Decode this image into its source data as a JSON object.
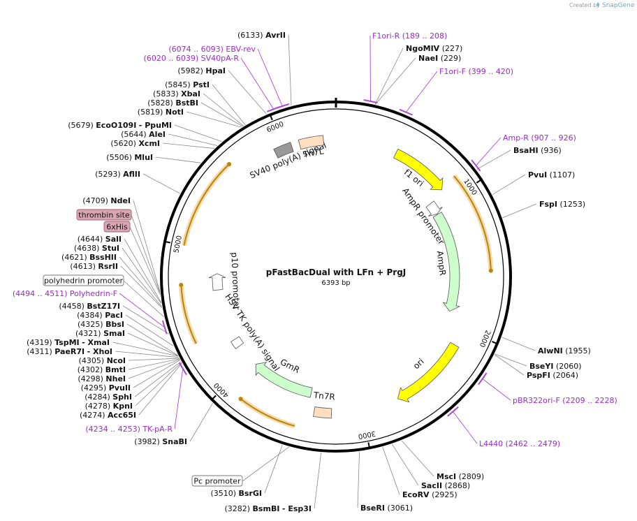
{
  "credit": "Created by",
  "credit_brand": "SnapGene",
  "plasmid": {
    "name": "pFastBacDual with LFn + PrgJ",
    "length": "6393 bp",
    "total": 6393
  },
  "ticks": [
    {
      "label": "1000",
      "pos": 1000
    },
    {
      "label": "2000",
      "pos": 2000
    },
    {
      "label": "3000",
      "pos": 3000
    },
    {
      "label": "4000",
      "pos": 4000
    },
    {
      "label": "5000",
      "pos": 5000
    },
    {
      "label": "6000",
      "pos": 6000
    }
  ],
  "features": [
    {
      "label": "f1 ori",
      "start": 460,
      "end": 900,
      "ring": "inner",
      "color": "#ffff00",
      "dir": 1
    },
    {
      "label": "AmpR promoter",
      "start": 930,
      "end": 1035,
      "ring": "inner2",
      "color": "#ffffff",
      "dir": 1
    },
    {
      "label": "AmpR",
      "start": 1040,
      "end": 1900,
      "ring": "inner2",
      "color": "#ccffcc",
      "dir": 1
    },
    {
      "label": "ori",
      "start": 2130,
      "end": 2720,
      "ring": "inner",
      "color": "#ffff00",
      "dir": 1
    },
    {
      "label": "Tn7R",
      "start": 3230,
      "end": 3360,
      "ring": "inner",
      "color": "#ffdfbf",
      "dir": 0
    },
    {
      "label": "GmR",
      "start": 3410,
      "end": 3950,
      "ring": "inner2",
      "color": "#ccffcc",
      "dir": 1
    },
    {
      "label": "HSV TK poly(A) signal",
      "start": 4160,
      "end": 4230,
      "ring": "inner2",
      "color": "#ffffff",
      "dir": 0
    },
    {
      "label": "p10 promoter",
      "start": 4680,
      "end": 4820,
      "ring": "inner2",
      "color": "#ffffff",
      "dir": 1
    },
    {
      "label": "SV40 poly(A) signal",
      "start": 5930,
      "end": 6060,
      "ring": "inner",
      "color": "#999999",
      "dir": 0
    },
    {
      "label": "Tn7L",
      "start": 6120,
      "end": 6300,
      "ring": "inner",
      "color": "#ffdfbf",
      "dir": 0
    }
  ],
  "orange_arcs": [
    {
      "start": 880,
      "end": 1560
    },
    {
      "start": 3470,
      "end": 3870
    },
    {
      "start": 4340,
      "end": 4740
    },
    {
      "start": 5000,
      "end": 5620
    }
  ],
  "sites_right": [
    {
      "name": "NgoMIV",
      "pos": "(227)",
      "p": 227
    },
    {
      "name": "NaeI",
      "pos": "(229)",
      "p": 229
    },
    {
      "name": "BsaHI",
      "pos": "(936)",
      "p": 936
    },
    {
      "name": "PvuI",
      "pos": "(1107)",
      "p": 1107
    },
    {
      "name": "FspI",
      "pos": "(1253)",
      "p": 1253
    },
    {
      "name": "AlwNI",
      "pos": "(1955)",
      "p": 1955
    },
    {
      "name": "BseYI",
      "pos": "(2060)",
      "p": 2060
    },
    {
      "name": "PspFI",
      "pos": "(2064)",
      "p": 2064
    },
    {
      "name": "MscI",
      "pos": "(2809)",
      "p": 2809
    },
    {
      "name": "SacII",
      "pos": "(2868)",
      "p": 2868
    },
    {
      "name": "EcoRV",
      "pos": "(2925)",
      "p": 2925
    },
    {
      "name": "BseRI",
      "pos": "(3061)",
      "p": 3061
    }
  ],
  "sites_left": [
    {
      "pos": "(6133)",
      "name": "AvrII",
      "p": 6133
    },
    {
      "pos": "(5982)",
      "name": "HpaI",
      "p": 5982
    },
    {
      "pos": "(5845)",
      "name": "PstI",
      "p": 5845
    },
    {
      "pos": "(5833)",
      "name": "XbaI",
      "p": 5833
    },
    {
      "pos": "(5828)",
      "name": "BstBI",
      "p": 5828
    },
    {
      "pos": "(5819)",
      "name": "NotI",
      "p": 5819
    },
    {
      "pos": "(5679)",
      "name": "EcoO109I",
      "extra": "- PpuMI",
      "p": 5679
    },
    {
      "pos": "(5644)",
      "name": "AleI",
      "p": 5644
    },
    {
      "pos": "(5620)",
      "name": "XcmI",
      "p": 5620
    },
    {
      "pos": "(5506)",
      "name": "MluI",
      "p": 5506
    },
    {
      "pos": "(5293)",
      "name": "AflII",
      "p": 5293
    },
    {
      "pos": "(4709)",
      "name": "NdeI",
      "p": 4709
    },
    {
      "pos": "(4644)",
      "name": "SalI",
      "p": 4644
    },
    {
      "pos": "(4638)",
      "name": "StuI",
      "p": 4638
    },
    {
      "pos": "(4621)",
      "name": "BssHII",
      "p": 4621
    },
    {
      "pos": "(4613)",
      "name": "RsrII",
      "p": 4613
    },
    {
      "pos": "(4458)",
      "name": "BstZ17I",
      "p": 4458
    },
    {
      "pos": "(4384)",
      "name": "PacI",
      "p": 4384
    },
    {
      "pos": "(4325)",
      "name": "BbsI",
      "p": 4325
    },
    {
      "pos": "(4321)",
      "name": "SmaI",
      "p": 4321
    },
    {
      "pos": "(4319)",
      "name": "TspMI",
      "extra": "- XmaI",
      "p": 4319
    },
    {
      "pos": "(4311)",
      "name": "PaeR7I",
      "extra": "- XhoI",
      "p": 4311
    },
    {
      "pos": "(4305)",
      "name": "NcoI",
      "p": 4305
    },
    {
      "pos": "(4302)",
      "name": "BmtI",
      "p": 4302
    },
    {
      "pos": "(4298)",
      "name": "NheI",
      "p": 4298
    },
    {
      "pos": "(4295)",
      "name": "PvuII",
      "p": 4295
    },
    {
      "pos": "(4284)",
      "name": "SphI",
      "p": 4284
    },
    {
      "pos": "(4278)",
      "name": "KpnI",
      "p": 4278
    },
    {
      "pos": "(4274)",
      "name": "Acc65I",
      "p": 4274
    },
    {
      "pos": "(3982)",
      "name": "SnaBI",
      "p": 3982
    },
    {
      "pos": "(3510)",
      "name": "BsrGI",
      "p": 3510
    },
    {
      "pos": "(3282)",
      "name": "BsmBI",
      "extra": "- Esp3I",
      "p": 3282
    }
  ],
  "primers": [
    {
      "name": "F1ori-R",
      "range": "(189 .. 208)",
      "p": 198
    },
    {
      "name": "F1ori-F",
      "range": "(399 .. 420)",
      "p": 410
    },
    {
      "name": "Amp-R",
      "range": "(907 .. 926)",
      "p": 916
    },
    {
      "name": "pBR322ori-F",
      "range": "(2209 .. 2228)",
      "p": 2218
    },
    {
      "name": "L4440",
      "range": "(2462 .. 2479)",
      "p": 2470
    },
    {
      "name": "TK-pA-R",
      "range": "(4234 .. 4253)",
      "p": 4243
    },
    {
      "name": "Polyhedrin-F",
      "range": "(4494 .. 4511)",
      "p": 4502
    },
    {
      "name": "SV40pA-R",
      "range": "(6020 .. 6039)",
      "p": 6030
    },
    {
      "name": "EBV-rev",
      "range": "(6074 .. 6093)",
      "p": 6083
    }
  ],
  "boxed_labels": [
    {
      "text": "thrombin site",
      "style": "pink",
      "p": 4700
    },
    {
      "text": "6xHis",
      "style": "pink",
      "p": 4690
    },
    {
      "text": "polyhedrin promoter",
      "style": "white",
      "p": 4560
    },
    {
      "text": "Pc promoter",
      "style": "white",
      "p": 3470
    }
  ]
}
